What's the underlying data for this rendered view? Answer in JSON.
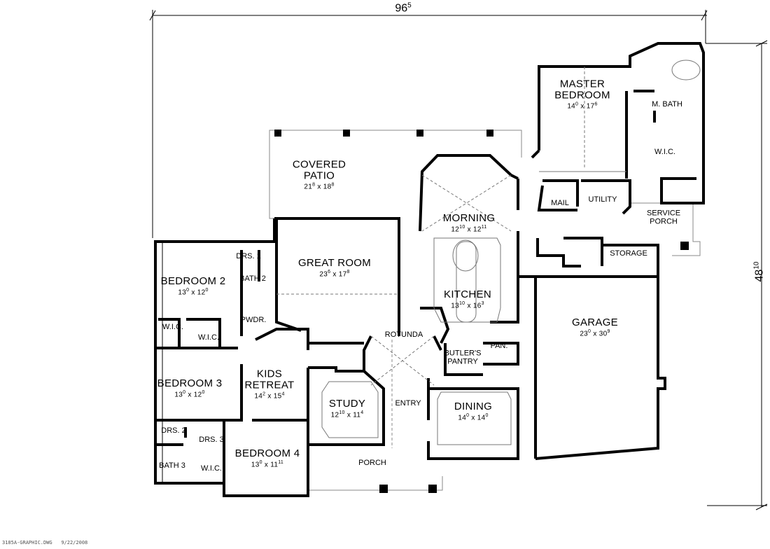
{
  "dimensions": {
    "width": {
      "ft": "96",
      "in": "5"
    },
    "depth": {
      "ft": "48",
      "in": "10"
    }
  },
  "footer": {
    "file": "3185A-GRAPHIC.DWG",
    "date": "9/22/2008"
  },
  "rooms": {
    "master_bedroom": {
      "line1": "MASTER",
      "line2": "BEDROOM",
      "w": "14",
      "wi": "0",
      "l": "17",
      "li": "6"
    },
    "m_bath": {
      "label": "M. BATH"
    },
    "master_wic": {
      "label": "W.I.C."
    },
    "mail": {
      "label": "MAIL"
    },
    "utility": {
      "label": "UTILITY"
    },
    "service_porch": {
      "line1": "SERVICE",
      "line2": "PORCH"
    },
    "storage": {
      "label": "STORAGE"
    },
    "covered_patio": {
      "line1": "COVERED",
      "line2": "PATIO",
      "w": "21",
      "wi": "8",
      "l": "18",
      "li": "8"
    },
    "morning": {
      "label": "MORNING",
      "w": "12",
      "wi": "10",
      "l": "12",
      "li": "11"
    },
    "great_room": {
      "label": "GREAT ROOM",
      "w": "23",
      "wi": "6",
      "l": "17",
      "li": "8"
    },
    "kitchen": {
      "label": "KITCHEN",
      "w": "13",
      "wi": "10",
      "l": "16",
      "li": "3"
    },
    "bedroom2": {
      "label": "BEDROOM 2",
      "w": "13",
      "wi": "0",
      "l": "12",
      "li": "0"
    },
    "drs1": {
      "label": "DRS. 1"
    },
    "bath2": {
      "label": "BATH 2"
    },
    "pwdr": {
      "label": "PWDR."
    },
    "wic_a": {
      "label": "W.I.C."
    },
    "wic_b": {
      "label": "W.I.C."
    },
    "rotunda": {
      "label": "ROTUNDA"
    },
    "butlers_pantry": {
      "line1": "BUTLER'S",
      "line2": "PANTRY"
    },
    "pan": {
      "label": "PAN."
    },
    "garage": {
      "label": "GARAGE",
      "w": "23",
      "wi": "0",
      "l": "30",
      "li": "9"
    },
    "bedroom3": {
      "label": "BEDROOM 3",
      "w": "13",
      "wi": "0",
      "l": "12",
      "li": "0"
    },
    "kids_retreat": {
      "line1": "KIDS",
      "line2": "RETREAT",
      "w": "14",
      "wi": "2",
      "l": "15",
      "li": "4"
    },
    "study": {
      "label": "STUDY",
      "w": "12",
      "wi": "10",
      "l": "11",
      "li": "4"
    },
    "entry": {
      "label": "ENTRY"
    },
    "dining": {
      "label": "DINING",
      "w": "14",
      "wi": "0",
      "l": "14",
      "li": "0"
    },
    "drs2": {
      "label": "DRS. 2"
    },
    "drs3": {
      "label": "DRS. 3"
    },
    "bedroom4": {
      "label": "BEDROOM 4",
      "w": "13",
      "wi": "0",
      "l": "11",
      "li": "11"
    },
    "bath3": {
      "label": "BATH 3"
    },
    "wic_c": {
      "label": "W.I.C."
    },
    "porch": {
      "label": "PORCH"
    }
  }
}
